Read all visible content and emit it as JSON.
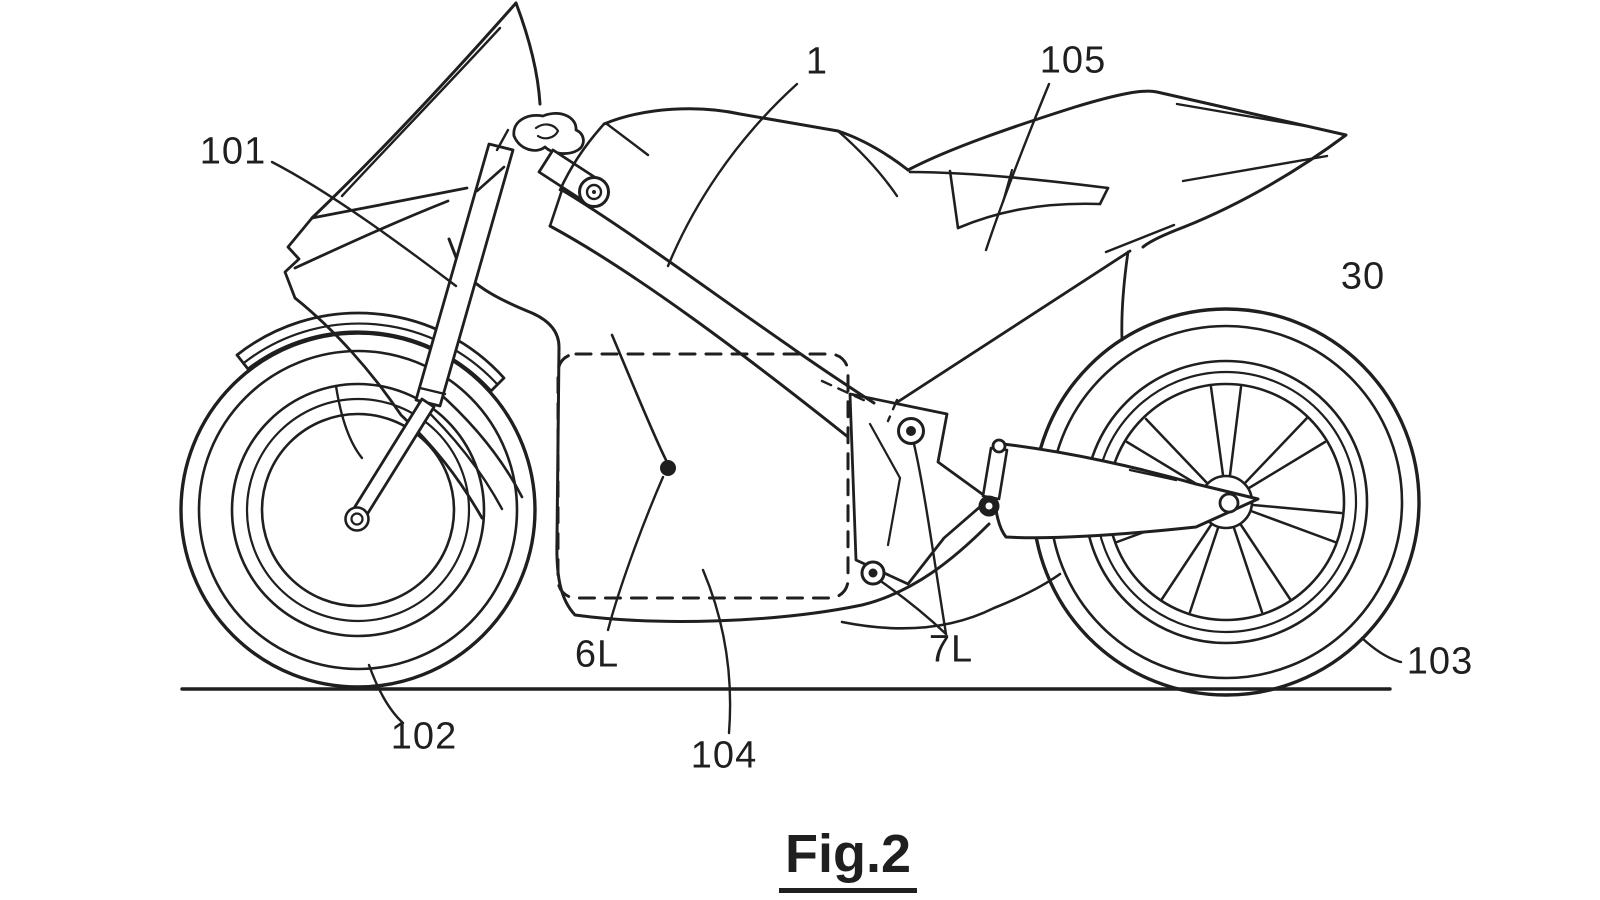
{
  "caption": {
    "text": "Fig.2"
  },
  "labels": [
    {
      "text": "101"
    },
    {
      "text": "1"
    },
    {
      "text": "105"
    },
    {
      "text": "30"
    },
    {
      "text": "6L"
    },
    {
      "text": "7L"
    },
    {
      "text": "102"
    },
    {
      "text": "104"
    },
    {
      "text": "103"
    }
  ],
  "colors": {
    "ink": "#1f1f1f",
    "background": "#ffffff"
  }
}
